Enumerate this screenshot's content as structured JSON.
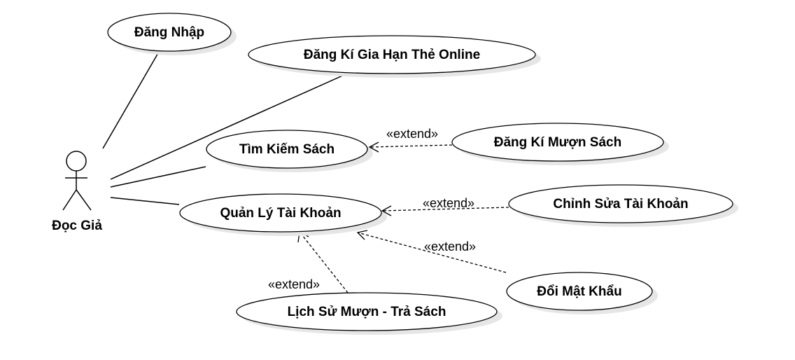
{
  "actor": {
    "name": "Đọc Giả",
    "icon": "stick-figure-icon"
  },
  "use_cases": [
    {
      "id": "dang-nhap",
      "label": "Đăng Nhập"
    },
    {
      "id": "dang-ki-gia-han",
      "label": "Đăng Kí Gia Hạn Thẻ Online"
    },
    {
      "id": "tim-kiem-sach",
      "label": "Tìm Kiếm Sách"
    },
    {
      "id": "dang-ki-muon-sach",
      "label": "Đăng Kí Mượn Sách"
    },
    {
      "id": "quan-ly-tai-khoan",
      "label": "Quản Lý Tài Khoản"
    },
    {
      "id": "chinh-sua-tai-khoan",
      "label": "Chỉnh Sửa Tài Khoản"
    },
    {
      "id": "doi-mat-khau",
      "label": "Đổi Mật Khẩu"
    },
    {
      "id": "lich-su-muon-tra",
      "label": "Lịch Sử Mượn - Trả Sách"
    }
  ],
  "associations": [
    {
      "from": "actor",
      "to": "dang-nhap"
    },
    {
      "from": "actor",
      "to": "dang-ki-gia-han"
    },
    {
      "from": "actor",
      "to": "tim-kiem-sach"
    },
    {
      "from": "actor",
      "to": "quan-ly-tai-khoan"
    }
  ],
  "extends": [
    {
      "from": "dang-ki-muon-sach",
      "to": "tim-kiem-sach",
      "label": "«extend»"
    },
    {
      "from": "chinh-sua-tai-khoan",
      "to": "quan-ly-tai-khoan",
      "label": "«extend»"
    },
    {
      "from": "doi-mat-khau",
      "to": "quan-ly-tai-khoan",
      "label": "«extend»"
    },
    {
      "from": "lich-su-muon-tra",
      "to": "quan-ly-tai-khoan",
      "label": "«extend»"
    }
  ]
}
